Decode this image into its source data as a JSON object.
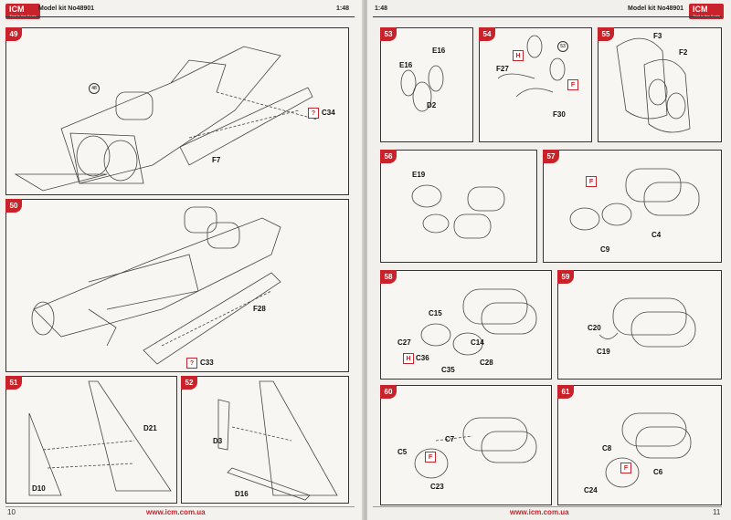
{
  "left_page": {
    "header_left": "Model kit No48901",
    "header_right": "1:48",
    "logo": "ICM",
    "logo_sub": "That is the Scale",
    "page_number": "10",
    "website": "www.icm.com.ua",
    "steps": [
      {
        "num": "49",
        "labels": {
          "part_main": "F7",
          "part_ref": "C34",
          "callout": "48",
          "mark": "?"
        }
      },
      {
        "num": "50",
        "labels": {
          "part_main": "F28",
          "part_ref": "C33",
          "mark": "?"
        }
      },
      {
        "num": "51",
        "labels": {
          "a": "D21",
          "b": "D10"
        }
      },
      {
        "num": "52",
        "labels": {
          "a": "D3",
          "b": "D16"
        }
      }
    ]
  },
  "right_page": {
    "header_left": "1:48",
    "header_right": "Model kit No48901",
    "logo": "ICM",
    "logo_sub": "That is the Scale",
    "page_number": "11",
    "website": "www.icm.com.ua",
    "steps": [
      {
        "num": "53",
        "labels": {
          "a": "E16",
          "b": "E16",
          "c": "D2"
        }
      },
      {
        "num": "54",
        "labels": {
          "a": "F27",
          "b": "F30",
          "h": "H",
          "f": "F",
          "callout": "53"
        }
      },
      {
        "num": "55",
        "labels": {
          "a": "F3",
          "b": "F2"
        }
      },
      {
        "num": "56",
        "labels": {
          "a": "E19"
        }
      },
      {
        "num": "57",
        "labels": {
          "a": "C4",
          "b": "C9",
          "f": "F"
        }
      },
      {
        "num": "58",
        "labels": {
          "a": "C15",
          "b": "C27",
          "c": "C14",
          "d": "C36",
          "e": "C28",
          "g": "C35",
          "h": "H"
        }
      },
      {
        "num": "59",
        "labels": {
          "a": "C20",
          "b": "C19"
        }
      },
      {
        "num": "60",
        "labels": {
          "a": "C7",
          "b": "C5",
          "c": "C23",
          "f": "F"
        }
      },
      {
        "num": "61",
        "labels": {
          "a": "C8",
          "b": "C6",
          "c": "C24",
          "f": "F"
        }
      }
    ]
  },
  "colors": {
    "accent": "#c8232b",
    "line": "#333333",
    "paper": "#f3f2ee"
  }
}
